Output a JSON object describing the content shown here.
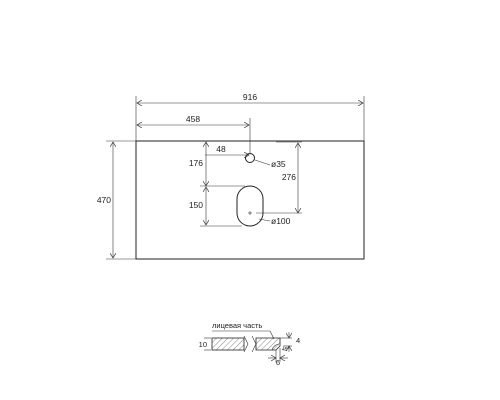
{
  "drawing": {
    "dimensions": {
      "total_width": "916",
      "half_width": "458",
      "height": "470",
      "tap_offset_x": "48",
      "tap_offset_y": "176",
      "tap_to_drain_y": "276",
      "drain_height": "150",
      "tap_hole_dia": "ø35",
      "drain_width_dia": "ø100"
    },
    "section": {
      "face_label": "лицевая часть",
      "thickness": "10",
      "edge_height": "4",
      "edge_width": "6",
      "angle": "45°"
    }
  }
}
